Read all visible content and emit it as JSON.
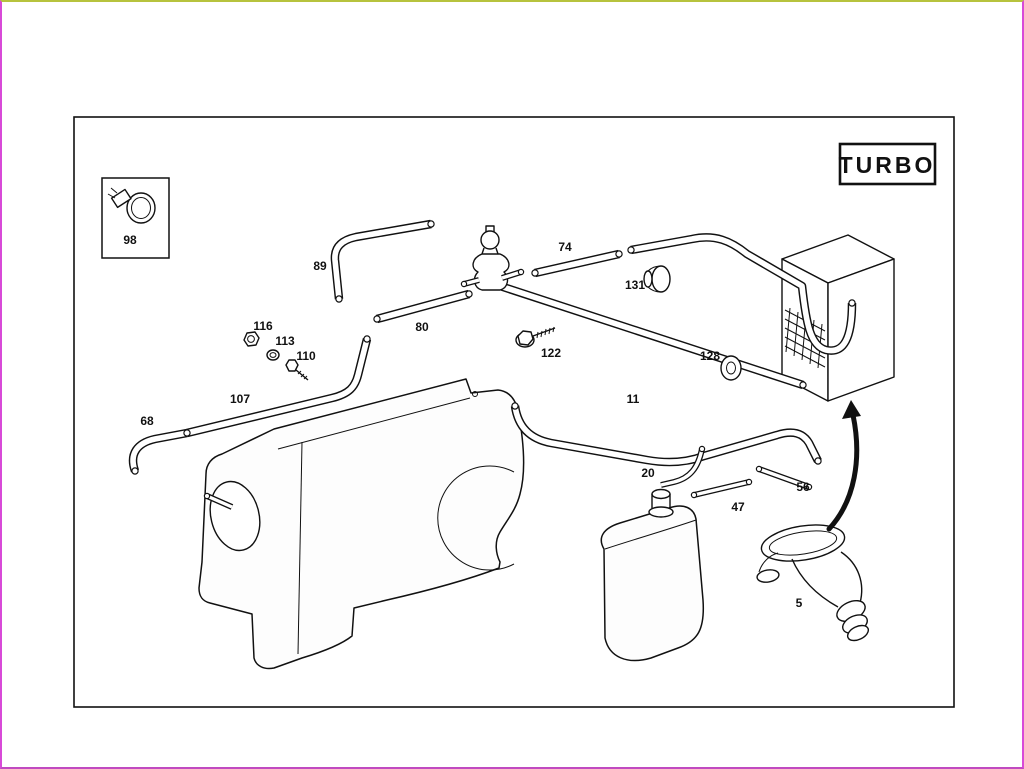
{
  "title_box": {
    "label": "TURBO"
  },
  "parts": {
    "98": "98",
    "89": "89",
    "74": "74",
    "131": "131",
    "80": "80",
    "116": "116",
    "113": "113",
    "110": "110",
    "122": "122",
    "128": "128",
    "107": "107",
    "68": "68",
    "11": "11",
    "20": "20",
    "56": "56",
    "47": "47",
    "5": "5"
  },
  "colors": {
    "line": "#111111",
    "background": "#ffffff",
    "frame_border": "#111111",
    "edge_tint_top": "#b7c33e",
    "edge_tint_side": "#d84ad8"
  }
}
